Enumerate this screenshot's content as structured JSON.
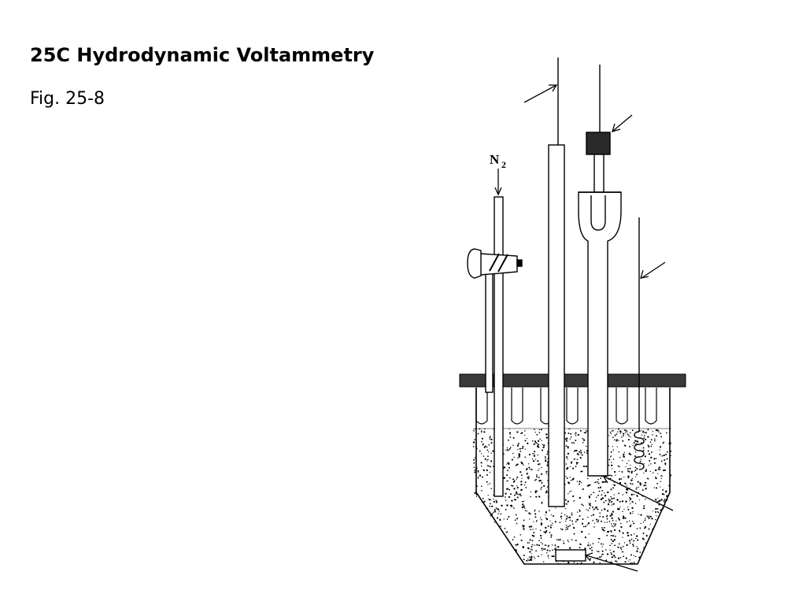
{
  "slide": {
    "title": "25C Hydrodynamic Voltammetry",
    "subtitle": "Fig. 25-8"
  },
  "diagram": {
    "gas_label_main": "N",
    "gas_label_sub": "2"
  },
  "colors": {
    "ink": "#000000",
    "lid": "#3a3a3a",
    "background": "#ffffff"
  }
}
